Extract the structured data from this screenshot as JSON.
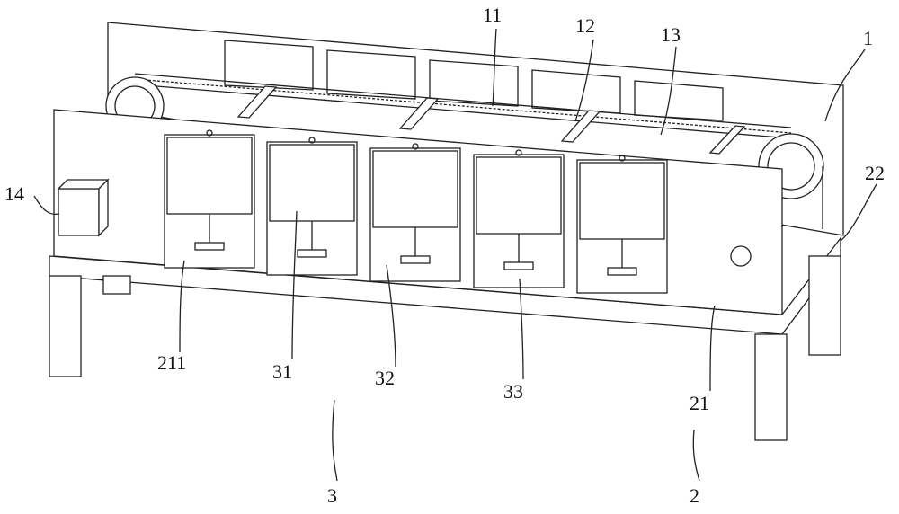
{
  "figure": {
    "labels": {
      "l11": "11",
      "l12": "12",
      "l13": "13",
      "l1": "1",
      "l22": "22",
      "l14": "14",
      "l211": "211",
      "l31": "31",
      "l32": "32",
      "l33": "33",
      "l21": "21",
      "l3": "3",
      "l2": "2"
    }
  }
}
